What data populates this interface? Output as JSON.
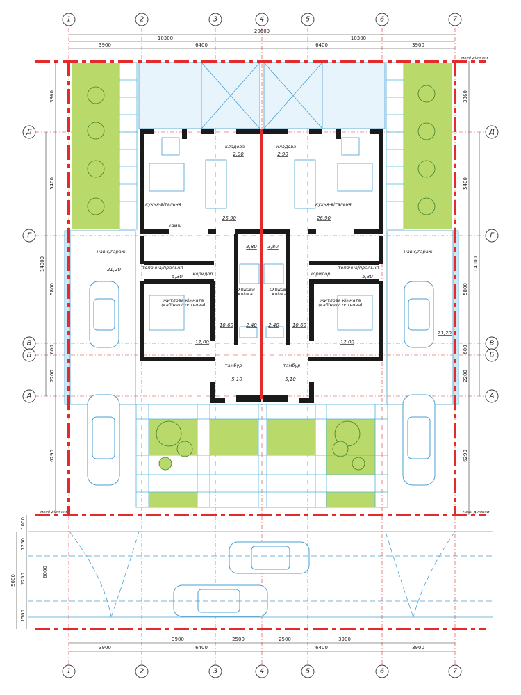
{
  "axes_vertical": [
    "1",
    "2",
    "3",
    "4",
    "5",
    "6",
    "7"
  ],
  "axes_horizontal": [
    "Д",
    "Г",
    "В",
    "Б",
    "А"
  ],
  "dims_top": {
    "overall": "20600",
    "halves": [
      "10300",
      "10300"
    ],
    "segments": [
      "3900",
      "6400",
      "6400",
      "3900"
    ]
  },
  "dims_bottom": {
    "segments": [
      "3900",
      "2500",
      "2500",
      "3900"
    ],
    "outer": [
      "3900",
      "6400",
      "6400",
      "3900"
    ]
  },
  "dims_left": {
    "overall": "14000",
    "segments": [
      "3860",
      "5400",
      "5800",
      "600",
      "2200",
      "6290"
    ],
    "road": [
      "1000",
      "1250",
      "2250",
      "1500"
    ],
    "road_total": "6000",
    "road_outer": "5000"
  },
  "dims_right": {
    "overall": "14000",
    "segments": [
      "3860",
      "5400",
      "5800",
      "600",
      "2200",
      "6290"
    ]
  },
  "red_line_label": "межі ділянки",
  "rooms": {
    "kitchen": "кухня-вітальня",
    "kitchen_area": "26,90",
    "pantry": "кладова",
    "pantry_area": "2,90",
    "fireplace": "камін",
    "boiler": "топочна/пральня",
    "boiler_area": "5,30",
    "corridor": "коридор",
    "corridor_area": "10,60",
    "living": "житлова кімната\n(кабінет/гостьова)",
    "living_line1": "житлова кімната",
    "living_line2": "(кабінет/гостьова)",
    "living_area": "12,00",
    "stair": "сходова клітка",
    "stair_line1": "сходова",
    "stair_line2": "клітка",
    "stair_area": "3,80",
    "wc_area": "2,40",
    "vestibule": "тамбур",
    "vestibule_area": "5,10",
    "carport": "навіс/гараж",
    "carport_area": "21,20"
  },
  "colors": {
    "red": "#e42b2b",
    "blue": "#4a9fd0",
    "lawn": "#b9d96b",
    "wall": "#1a1a1a"
  }
}
